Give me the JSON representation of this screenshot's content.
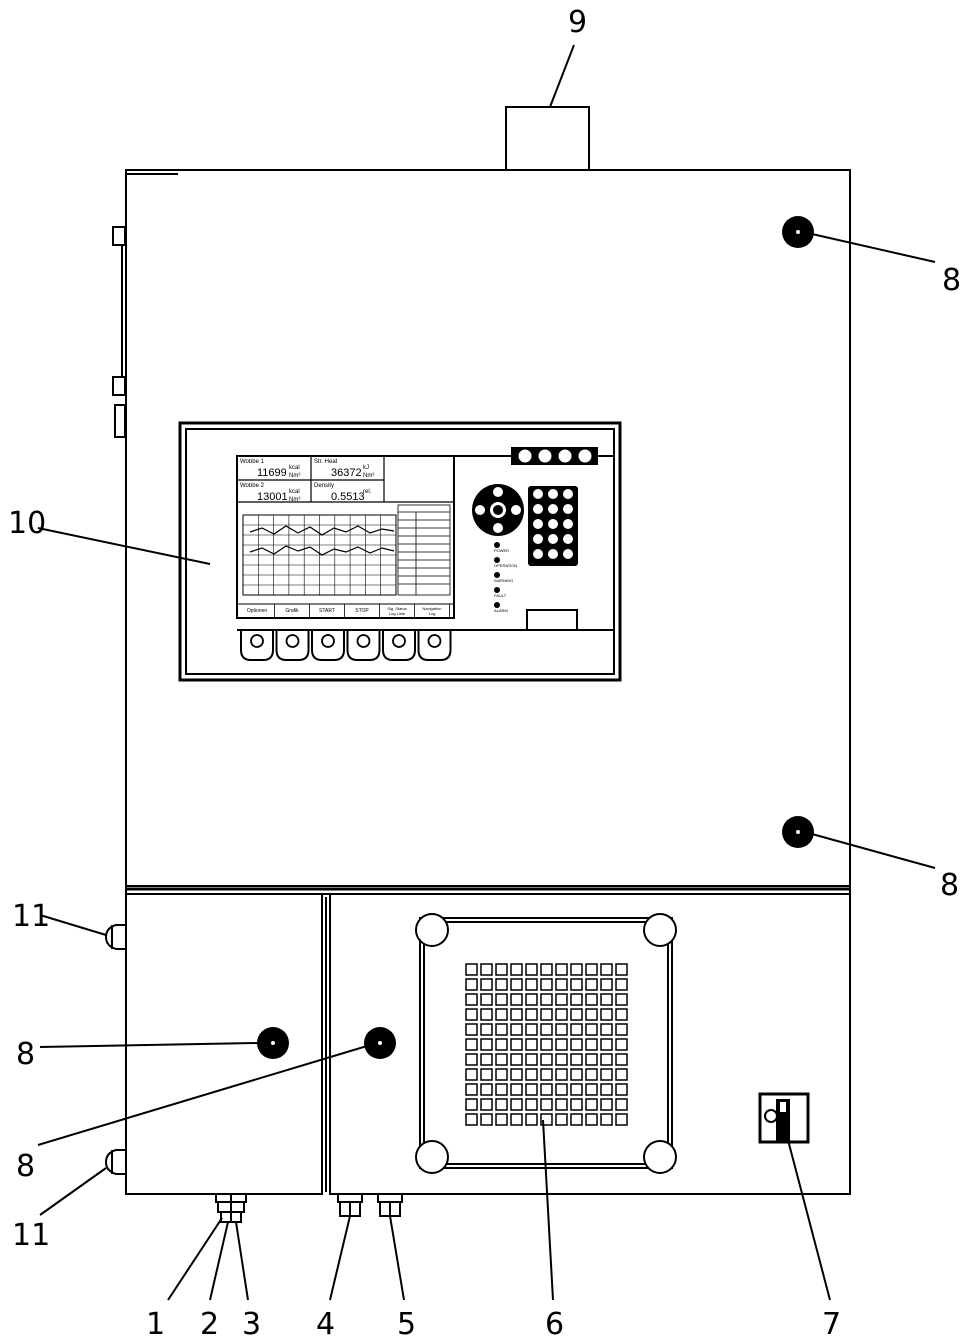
{
  "callouts": [
    "1",
    "2",
    "3",
    "4",
    "5",
    "6",
    "7",
    "8",
    "8",
    "8",
    "8",
    "9",
    "10",
    "11",
    "11"
  ],
  "screen": {
    "readouts": [
      {
        "label": "Wobbe 1",
        "value": "11699",
        "unit_top": "kcal",
        "unit_bottom": "Nm³"
      },
      {
        "label": "Str. Heat",
        "value": "36372",
        "unit_top": "kJ",
        "unit_bottom": "Nm³"
      },
      {
        "label": "Wobbe 2",
        "value": "13001",
        "unit_top": "kcal",
        "unit_bottom": "Nm³"
      },
      {
        "label": "Density",
        "value": "0.5513",
        "unit_top": "rel.",
        "unit_bottom": ""
      }
    ],
    "softkeys": [
      "Optionen",
      "Grafik",
      "START",
      "STOP",
      "Sig. Status\nLog Liste",
      "Navigation\nLog"
    ],
    "status_leds": [
      "POWER",
      "OPERATION",
      "WARNING",
      "FAULT",
      "ALARM"
    ]
  },
  "colors": {
    "line": "#000000",
    "background": "#ffffff"
  }
}
